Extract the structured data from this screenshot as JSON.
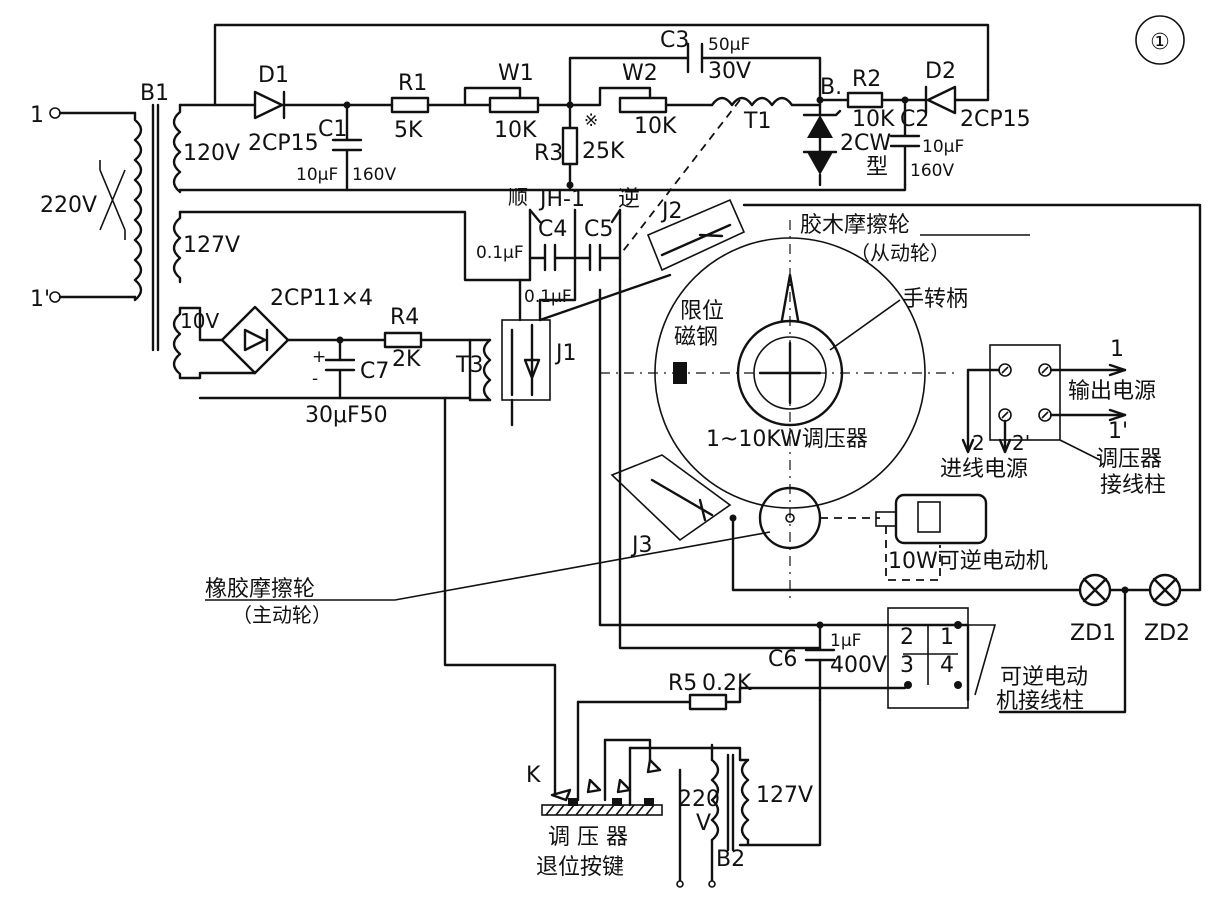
{
  "figure_number": "①",
  "components": {
    "B1": "B1",
    "D1": "D1",
    "D1_type": "2CP15",
    "C1": "C1",
    "C1_value": "10μF",
    "C1_voltage": "160V",
    "R1": "R1",
    "R1_value": "5K",
    "W1": "W1",
    "W1_value": "10K",
    "W2": "W2",
    "W2_value": "10K",
    "R3": "R3",
    "R3_value": "25K",
    "R3_mark": "※",
    "C3": "C3",
    "C3_value": "50μF",
    "C3_voltage": "30V",
    "T1": "T1",
    "B_node": "B.",
    "R2": "R2",
    "R2_value": "10K",
    "D2": "D2",
    "D2_type": "2CP15",
    "C2": "C2",
    "C2_value": "10μF",
    "C2_voltage": "160V",
    "zener_type": "2CW",
    "zener_suffix": "型",
    "relay_type": "JH-1",
    "shun": "顺",
    "ni": "逆",
    "J1": "J1",
    "J2": "J2",
    "J3": "J3",
    "C4": "C4",
    "C4_value": "0.1μF",
    "C5": "C5",
    "C5_value": "0.1μF",
    "bridge": "2CP11×4",
    "R4": "R4",
    "R4_value": "2K",
    "T3": "T3",
    "C7": "C7",
    "C7_value": "30μF50",
    "R5": "R5",
    "R5_value": "0.2K",
    "C6": "C6",
    "C6_value": "1μF",
    "C6_voltage": "400V",
    "ZD1": "ZD1",
    "ZD2": "ZD2",
    "K": "K",
    "B2": "B2"
  },
  "voltages": {
    "input": "220V",
    "tap_120": "120V",
    "tap_127": "127V",
    "tap_10": "10V",
    "b2_primary": "220",
    "b2_primary_unit": "V",
    "b2_secondary": "127V"
  },
  "terminals": {
    "t1": "1",
    "t1p": "1'",
    "out_1": "1",
    "out_1p": "1'",
    "in_2": "2",
    "in_2p": "2'",
    "mt_2": "2",
    "mt_1": "1",
    "mt_3": "3",
    "mt_4": "4"
  },
  "labels": {
    "friction_wheel_driven": "胶木摩擦轮",
    "driven_wheel": "（从动轮）",
    "limit_magnet_1": "限位",
    "limit_magnet_2": "磁钢",
    "hand_crank": "手转柄",
    "regulator": "1~10KW调压器",
    "output_power": "输出电源",
    "input_power": "进线电源",
    "regulator_terminal_1": "调压器",
    "regulator_terminal_2": "接线柱",
    "motor": "10W可逆电动机",
    "rubber_wheel": "橡胶摩擦轮",
    "driving_wheel": "（主动轮）",
    "motor_terminal_1": "可逆电动",
    "motor_terminal_2": "机接线柱",
    "reset_key_1": "调 压 器",
    "reset_key_2": "退位按键"
  }
}
